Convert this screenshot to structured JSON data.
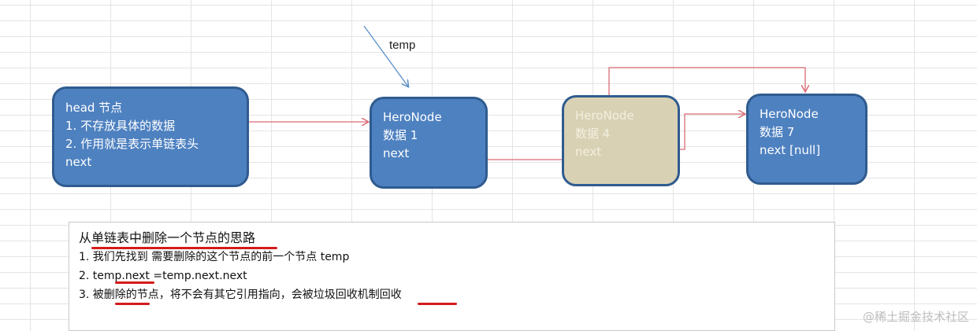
{
  "temp_label": "temp",
  "nodes": {
    "head": {
      "lines": [
        "head 节点",
        "1. 不存放具体的数据",
        "2. 作用就是表示单链表头",
        "next"
      ]
    },
    "node1": {
      "lines": [
        "HeroNode",
        "数据 1",
        "next"
      ]
    },
    "node2": {
      "lines": [
        "HeroNode",
        "数据 4",
        "next"
      ]
    },
    "node3": {
      "lines": [
        "HeroNode",
        "数据 7",
        "next [null]"
      ]
    }
  },
  "note": {
    "title": "从单链表中删除一个节点的思路",
    "step1": "1.  我们先找到 需要删除的这个节点的前一个节点 temp",
    "step2": "2.  temp.next =temp.next.next",
    "step3": "3. 被删除的节点，将不会有其它引用指向，会被垃圾回收机制回收"
  },
  "watermark": "@稀土掘金技术社区",
  "colors": {
    "node_fill": "#4e81c0",
    "node_border": "#2f5b8f",
    "deleted_node_fill": "#d8d1b4",
    "link_arrow": "#d96b75",
    "temp_arrow": "#5b8fc7",
    "underline": "#d41b1b"
  }
}
